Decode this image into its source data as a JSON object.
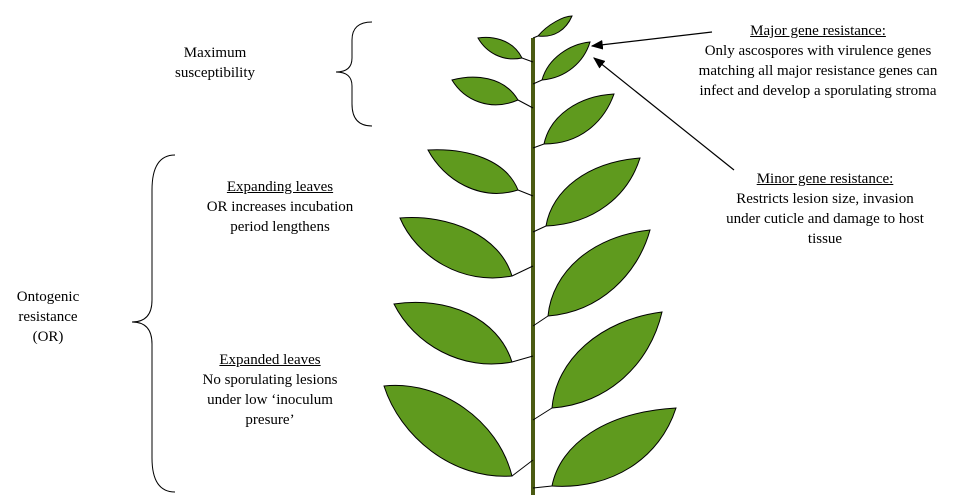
{
  "labels": {
    "max_susceptibility": [
      "Maximum",
      "susceptibility"
    ],
    "ontogenic": [
      "Ontogenic",
      "resistance",
      "(OR)"
    ],
    "expanding": {
      "title": "Expanding leaves",
      "lines": [
        "OR increases incubation",
        "period lengthens"
      ]
    },
    "expanded": {
      "title": "Expanded leaves",
      "lines": [
        "No sporulating lesions",
        "under low ‘inoculum",
        "presure’"
      ]
    },
    "major_gene": {
      "title": "Major gene resistance:",
      "lines": [
        "Only ascospores with virulence genes",
        "matching all major resistance genes can",
        "infect and develop a sporulating stroma"
      ]
    },
    "minor_gene": {
      "title": "Minor gene resistance:",
      "lines": [
        "Restricts lesion size, invasion",
        "under cuticle and damage to host",
        "tissue"
      ]
    }
  },
  "colors": {
    "leaf_fill": "#5f9a1e",
    "leaf_stroke": "#000000",
    "stem": "#4a5a12",
    "brace": "#000000"
  }
}
